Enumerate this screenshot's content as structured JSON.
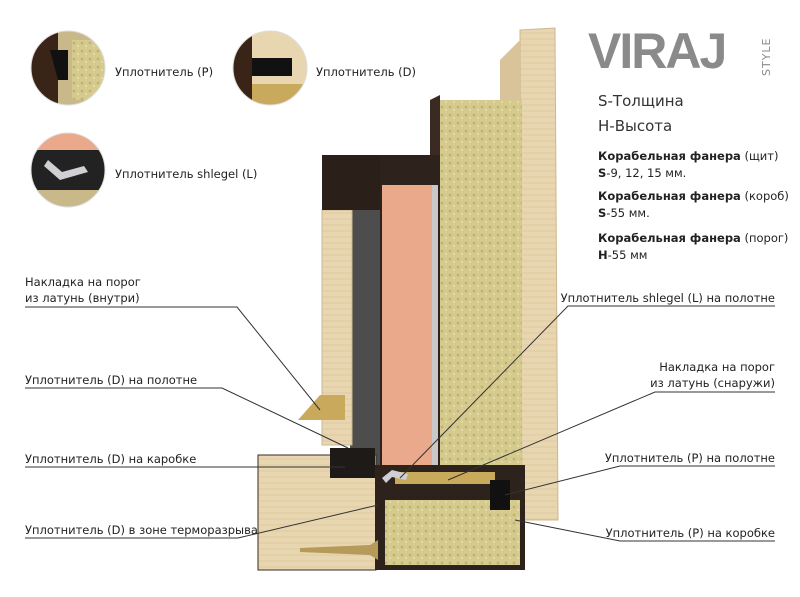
{
  "logo": {
    "brand": "VIRAJ",
    "sub": "STYLE"
  },
  "legend": {
    "s": "S-Толщина",
    "h": "H-Высота"
  },
  "specs": [
    {
      "name": "Корабельная фанера",
      "part": "(щит)",
      "key": "S",
      "value": "-9, 12, 15 мм."
    },
    {
      "name": "Корабельная фанера",
      "part": "(короб)",
      "key": "S",
      "value": "-55 мм."
    },
    {
      "name": "Корабельная фанера",
      "part": "(порог)",
      "key": "H",
      "value": "-55 мм"
    }
  ],
  "thumbs": [
    "Уплотнитель (P)",
    "Уплотнитель (D)",
    "Уплотнитель shlegel (L)"
  ],
  "left_labels": [
    {
      "line1": "Накладка на порог",
      "line2": "из латунь (внутри)"
    },
    {
      "line1": "Уплотнитель (D) на полотне"
    },
    {
      "line1": "Уплотнитель (D) на каробке"
    },
    {
      "line1": "Уплотнитель (D) в зоне терморазрыва"
    }
  ],
  "right_labels": [
    {
      "line1": "Уплотнитель shlegel (L) на полотне"
    },
    {
      "line1": "Накладка на порог",
      "line2": "из латунь (снаружи)"
    },
    {
      "line1": "Уплотнитель (P) на полотне"
    },
    {
      "line1": "Уплотнитель (P) на коробке"
    }
  ],
  "colors": {
    "wood": "#e8d6b0",
    "insulation": "#d6cb8e",
    "foam": "#e9a98a",
    "frame": "#2e221c",
    "brass": "#c9a95c"
  }
}
